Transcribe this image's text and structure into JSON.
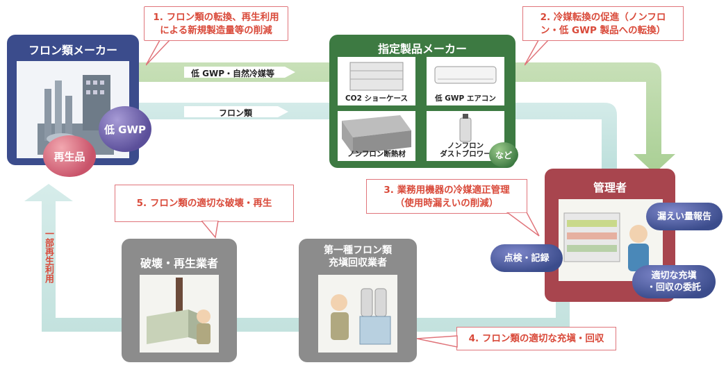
{
  "callouts": {
    "c1": "1. フロン類の転換、再生利用\nによる新規製造量等の削減",
    "c2": "2. 冷媒転換の促進（ノンフロ\nン・低 GWP 製品への転換）",
    "c3": "3. 業務用機器の冷媒適正管理\n（使用時漏えいの削減）",
    "c4": "4. フロン類の適切な充塡・回収",
    "c5": "5. フロン類の適切な破壊・再生"
  },
  "maker": {
    "title": "フロン類メーカー",
    "low_gwp": "低 GWP",
    "recycled": "再生品"
  },
  "arrows": {
    "top": "低 GWP・自然冷媒等",
    "middle": "フロン類",
    "reuse": "一部再生利用"
  },
  "designated": {
    "title": "指定製品メーカー",
    "products": [
      "CO2 ショーケース",
      "低 GWP エアコン",
      "ノンフロン断熱材",
      "ノンフロン\nダストブロワー"
    ],
    "etc": "など"
  },
  "manager": {
    "title": "管理者",
    "leak_report": "漏えい量報告",
    "inspection": "点検・記録",
    "consign": "適切な充塡\n・回収の委託"
  },
  "destroyer": {
    "title": "破壊・再生業者"
  },
  "collector": {
    "title": "第一種フロン類\n充塡回収業者"
  },
  "colors": {
    "navy": "#3b4c8c",
    "green": "#3d7a42",
    "red": "#a8454e",
    "gray": "#8c8c8c",
    "callout_text": "#d94a3a"
  }
}
